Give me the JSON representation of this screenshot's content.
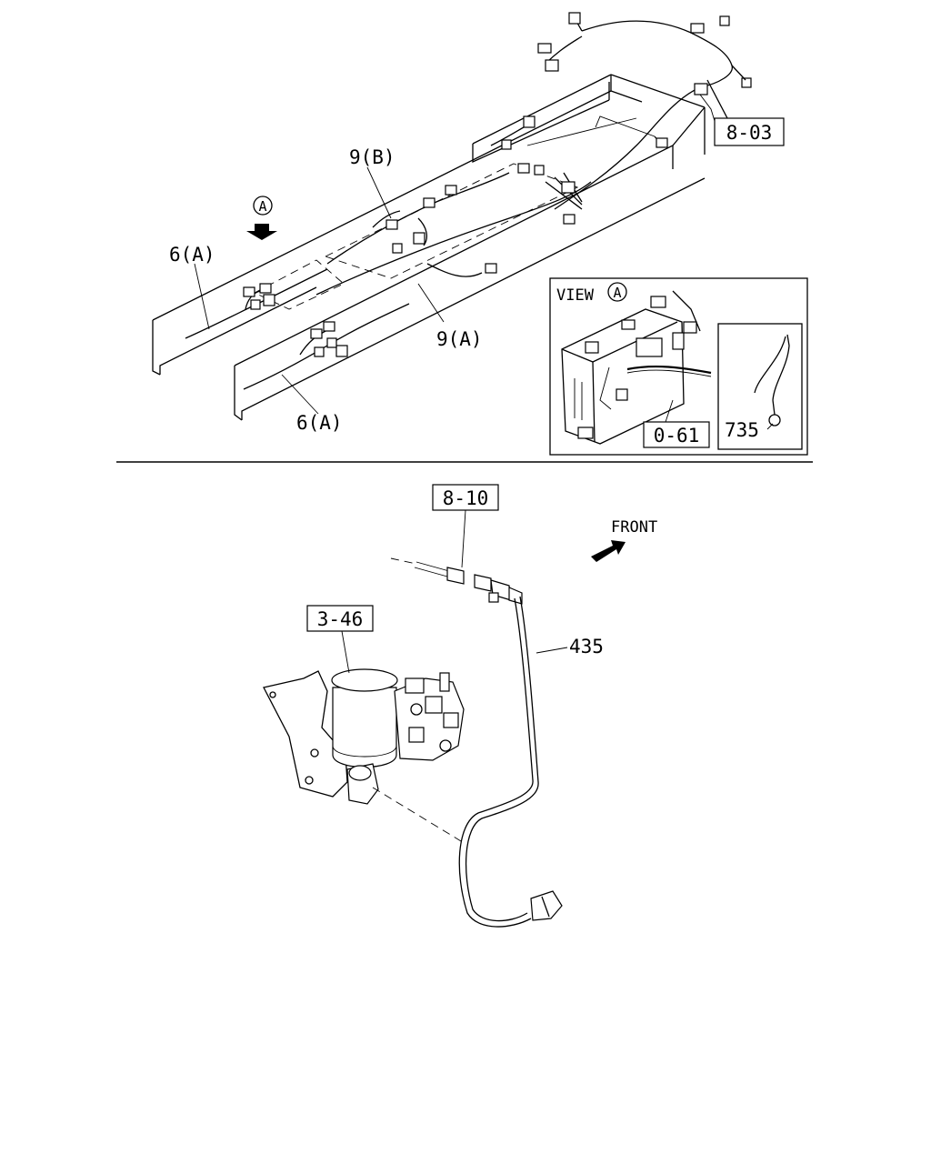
{
  "callouts": {
    "c_8_03": "8-03",
    "c_9b": "9(B)",
    "c_view_marker": "A",
    "c_6a_top": "6(A)",
    "c_9a": "9(A)",
    "c_6a_bottom": "6(A)",
    "c_0_61": "0-61",
    "c_735": "735",
    "c_8_10": "8-10",
    "c_front": "FRONT",
    "c_3_46": "3-46",
    "c_435": "435"
  },
  "view_inset": {
    "label": "VIEW",
    "marker": "A"
  }
}
